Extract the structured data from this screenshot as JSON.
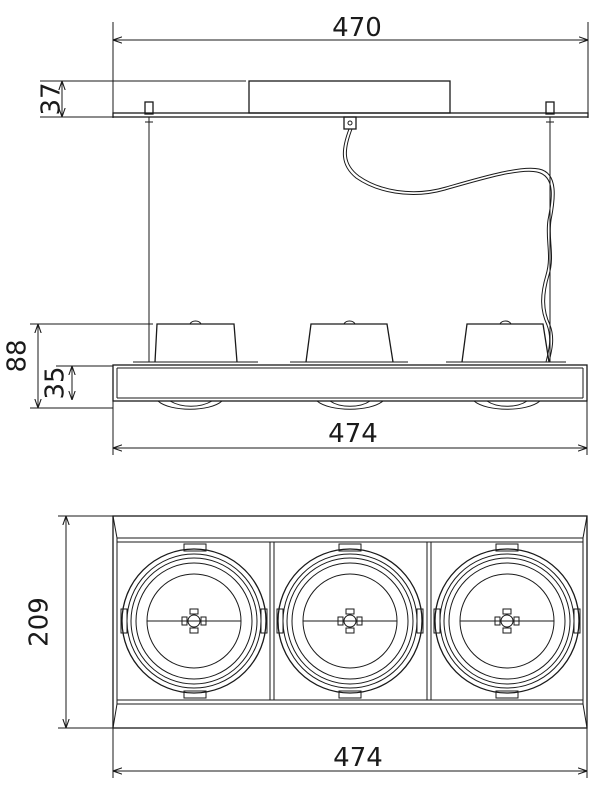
{
  "colors": {
    "line": "#1a1a1a",
    "background": "#ffffff"
  },
  "side_view": {
    "dim_canopy_width": "470",
    "dim_canopy_height": "37",
    "dim_total_height": "88",
    "dim_housing_height": "35",
    "dim_housing_width": "474"
  },
  "top_view": {
    "dim_depth": "209",
    "dim_width": "474",
    "spot_count": 3
  }
}
